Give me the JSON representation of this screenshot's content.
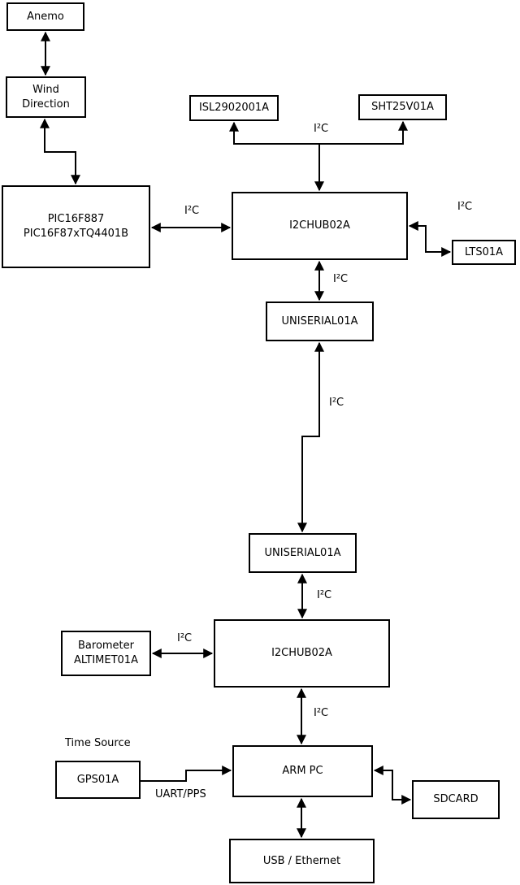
{
  "colors": {
    "background": "#ffffff",
    "line": "#000000",
    "box_fill": "#ffffff",
    "text": "#000000"
  },
  "nodes": {
    "anemo": "Anemo",
    "wind_direction": "Wind\nDirection",
    "pic": "PIC16F887\nPIC16F87xTQ4401B",
    "isl": "ISL2902001A",
    "sht": "SHT25V01A",
    "hub1": "I2CHUB02A",
    "lts": "LTS01A",
    "uniserial1": "UNISERIAL01A",
    "uniserial2": "UNISERIAL01A",
    "barometer": "Barometer\nALTIMET01A",
    "hub2": "I2CHUB02A",
    "gps": "GPS01A",
    "arm_pc": "ARM PC",
    "sdcard": "SDCARD",
    "usb_ethernet": "USB / Ethernet"
  },
  "edge_labels": {
    "sensor_bus": "I²C",
    "pic_hub1": "I²C",
    "hub1_lts": "I²C",
    "hub1_uniserial1": "I²C",
    "uniserial_link": "I²C",
    "uniserial2_hub2": "I²C",
    "barometer_hub2": "I²C",
    "hub2_armpc": "I²C",
    "gps_time_source": "Time Source",
    "gps_armpc": "UART/PPS"
  }
}
